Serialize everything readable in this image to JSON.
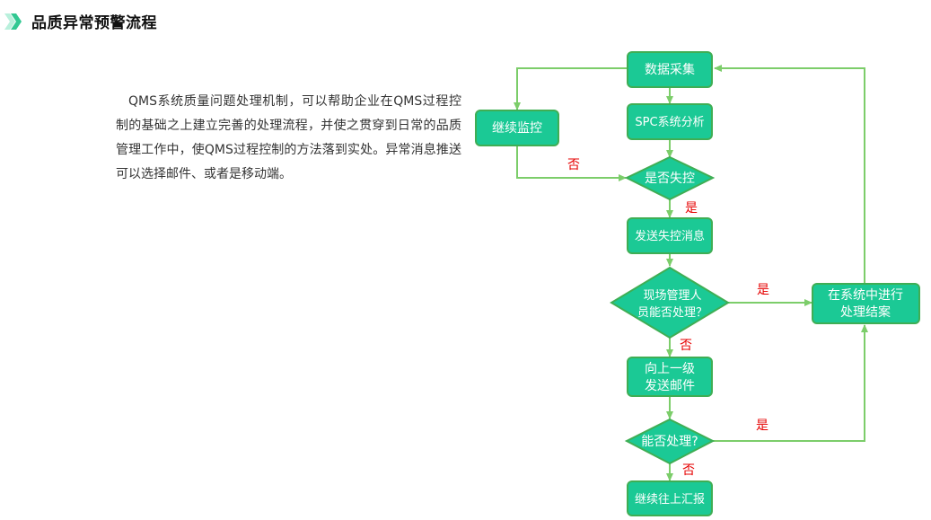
{
  "header": {
    "title": "品质异常预警流程"
  },
  "description": "QMS系统质量问题处理机制，可以帮助企业在QMS过程控制的基础之上建立完善的处理流程，并使之贯穿到日常的品质管理工作中，使QMS过程控制的方法落到实处。异常消息推送可以选择邮件、或者是移动端。",
  "flow": {
    "colors": {
      "node_fill": "#1bc995",
      "node_stroke": "#3fae54",
      "edge": "#7ccd6a",
      "edge_label": "#e60000",
      "accent_light": "#b9f0dc",
      "accent_dark": "#31c892"
    },
    "nodes": {
      "data_collect": "数据采集",
      "spc_analysis": "SPC系统分析",
      "continue_monitor": "继续监控",
      "out_of_control": "是否失控",
      "send_message": "发送失控消息",
      "onsite_line1": "现场管理人",
      "onsite_line2": "员能否处理？",
      "upward_line1": "向上一级",
      "upward_line2": "发送邮件",
      "can_handle": "能否处理?",
      "report_up": "继续往上汇报",
      "system_line1": "在系统中进行",
      "system_line2": "处理结案"
    },
    "edge_labels": {
      "no_1": "否",
      "yes_1": "是",
      "yes_2": "是",
      "no_2": "否",
      "yes_3": "是",
      "no_3": "否"
    }
  }
}
